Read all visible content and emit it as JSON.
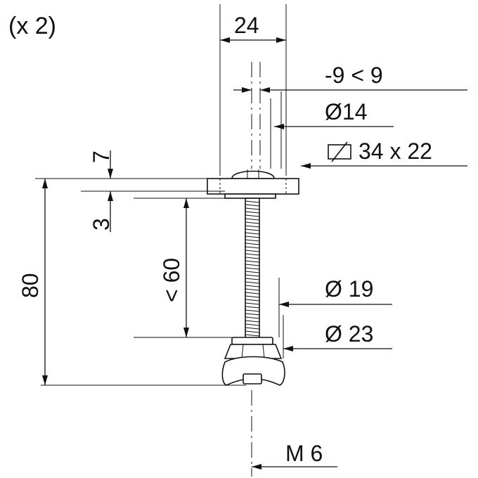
{
  "quantity": "(x 2)",
  "dimensions": {
    "width_24": "24",
    "range": "-9 < 9",
    "dia_14": "Ø14",
    "plate": "34 x 22",
    "h7": "7",
    "h3": "3",
    "len60": "< 60",
    "len80": "80",
    "dia_19": "Ø 19",
    "dia_23": "Ø 23",
    "thread": "M 6"
  },
  "colors": {
    "line": "#111111",
    "background": "#ffffff"
  },
  "icons": {
    "plate_symbol": "rectangle-slash-icon"
  }
}
